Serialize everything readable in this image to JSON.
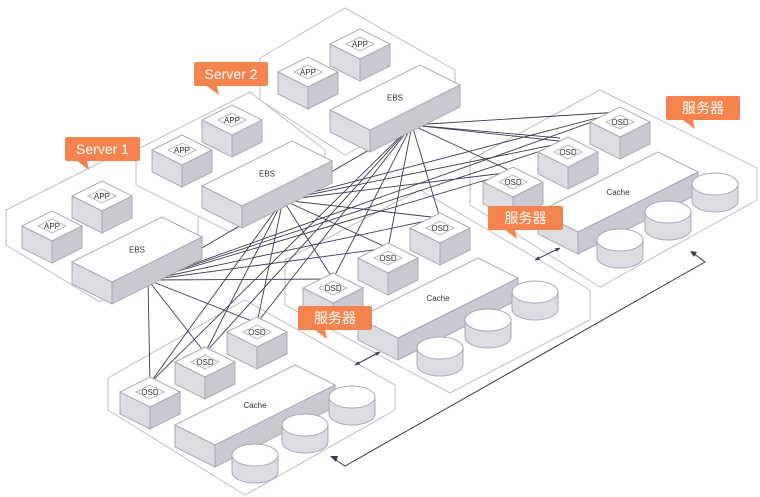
{
  "servers": [
    {
      "callout": "Server 1",
      "boxes": [
        "APP",
        "APP",
        "EBS"
      ]
    },
    {
      "callout": "Server 2",
      "boxes": [
        "APP",
        "APP",
        "EBS"
      ]
    },
    {
      "callout": "",
      "boxes": [
        "APP",
        "APP",
        "EBS"
      ]
    }
  ],
  "storage_nodes": [
    {
      "callout": "服务器",
      "osd": [
        "OSD",
        "OSD",
        "OSD"
      ],
      "cache": "Cache"
    },
    {
      "callout": "服务器",
      "osd": [
        "OSD",
        "OSD",
        "OSD"
      ],
      "cache": "Cache"
    },
    {
      "callout": "服务器",
      "osd": [
        "OSD",
        "OSD",
        "OSD"
      ],
      "cache": "Cache"
    }
  ],
  "colors": {
    "callout": "#f5834d",
    "network_line": "#3e3e58",
    "platform_border": "#bfbfc6"
  }
}
